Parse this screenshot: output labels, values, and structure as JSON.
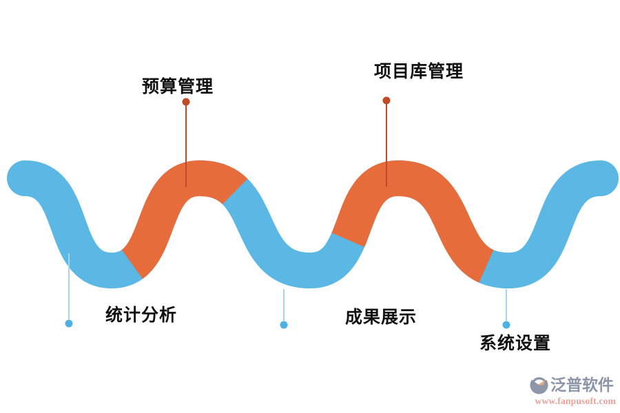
{
  "diagram": {
    "type": "serpentine-process-wave",
    "steps": [
      {
        "label": "预算管理",
        "side": "top",
        "connector": "red"
      },
      {
        "label": "项目库管理",
        "side": "top",
        "connector": "red"
      },
      {
        "label": "统计分析",
        "side": "bottom",
        "connector": "blue"
      },
      {
        "label": "成果展示",
        "side": "bottom",
        "connector": "blue"
      },
      {
        "label": "系统设置",
        "side": "bottom",
        "connector": "blue"
      }
    ],
    "wave": {
      "orange_segments": [
        [
          0.184,
          0.363
        ],
        [
          0.558,
          0.81
        ]
      ]
    },
    "colors": {
      "wave_blue": "#5BB8E5",
      "wave_orange": "#E66C3C",
      "connector_red": "#BF4A28",
      "connector_blue_line": "#A6D6EF",
      "connector_blue_dot": "#4FB1E1",
      "label_text": "#111111",
      "background": "#FFFFFF"
    }
  },
  "watermark": {
    "logo_text": "泛普软件",
    "url": "www.fanpusoft.com",
    "logo_color": "#8B95A9",
    "url_color": "#E8A099",
    "icon_main": "#8E96AA",
    "icon_accent": "#E2A97E"
  }
}
